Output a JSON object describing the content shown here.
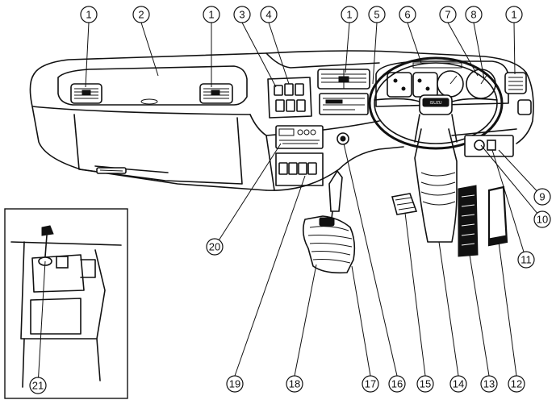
{
  "figure": {
    "badge_text": "ISUZU",
    "callouts": [
      {
        "id": "c1a",
        "label": "1"
      },
      {
        "id": "c2",
        "label": "2"
      },
      {
        "id": "c1b",
        "label": "1"
      },
      {
        "id": "c3",
        "label": "3"
      },
      {
        "id": "c4",
        "label": "4"
      },
      {
        "id": "c1c",
        "label": "1"
      },
      {
        "id": "c5",
        "label": "5"
      },
      {
        "id": "c6",
        "label": "6"
      },
      {
        "id": "c7",
        "label": "7"
      },
      {
        "id": "c8",
        "label": "8"
      },
      {
        "id": "c1d",
        "label": "1"
      },
      {
        "id": "c9",
        "label": "9"
      },
      {
        "id": "c10",
        "label": "10"
      },
      {
        "id": "c11",
        "label": "11"
      },
      {
        "id": "c12",
        "label": "12"
      },
      {
        "id": "c13",
        "label": "13"
      },
      {
        "id": "c14",
        "label": "14"
      },
      {
        "id": "c15",
        "label": "15"
      },
      {
        "id": "c16",
        "label": "16"
      },
      {
        "id": "c17",
        "label": "17"
      },
      {
        "id": "c18",
        "label": "18"
      },
      {
        "id": "c19",
        "label": "19"
      },
      {
        "id": "c20",
        "label": "20"
      },
      {
        "id": "c21",
        "label": "21"
      }
    ]
  }
}
